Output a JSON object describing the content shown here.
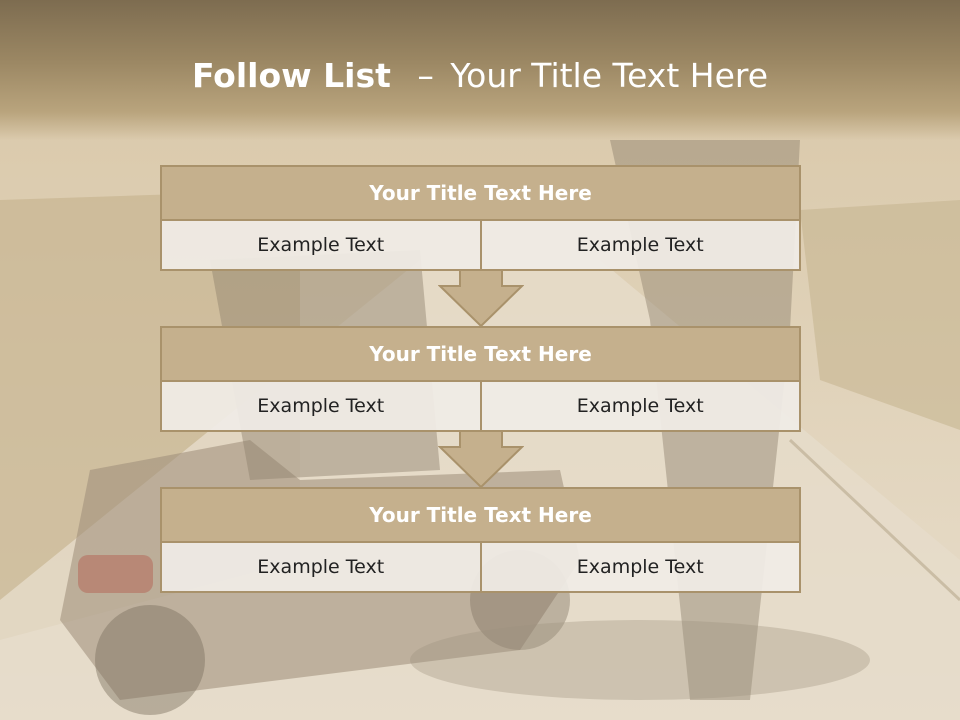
{
  "slide": {
    "title_bold": "Follow List",
    "title_separator": "–",
    "title_rest": "Your Title Text Here"
  },
  "blocks": [
    {
      "title": "Your Title Text Here",
      "left": "Example Text",
      "right": "Example Text"
    },
    {
      "title": "Your Title Text Here",
      "left": "Example Text",
      "right": "Example Text"
    },
    {
      "title": "Your Title Text Here",
      "left": "Example Text",
      "right": "Example Text"
    }
  ],
  "colors": {
    "accent": "#c5b08d",
    "border": "#a9926b",
    "title_band": "#9c8864",
    "cell_bg": "#f0ece6"
  },
  "icons": [
    "down-arrow-icon",
    "down-arrow-icon"
  ]
}
